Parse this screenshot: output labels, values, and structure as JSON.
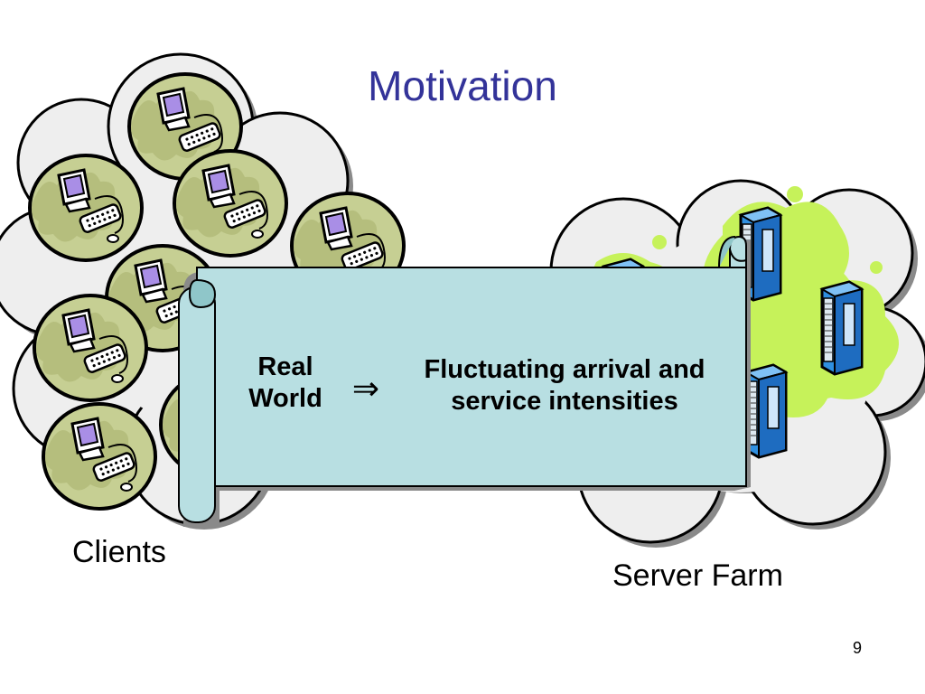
{
  "slide": {
    "title": "Motivation",
    "clients_label": "Clients",
    "server_farm_label": "Server Farm",
    "page_number": "9"
  },
  "scroll": {
    "left_text": "Real World",
    "arrow": "⇒",
    "right_text": "Fluctuating arrival and service intensities"
  },
  "colors": {
    "title": "#333399",
    "scroll_fill": "#b8dfe2",
    "client_blob": "#c6cf93",
    "cloud_fill": "#eeeeee",
    "server_blob": "#c6f25a",
    "server_blue": "#2f8fe0",
    "monitor_screen": "#a98ee6"
  },
  "icons": [
    "cloud-icon",
    "client-computer-icon",
    "server-rack-icon",
    "scroll-banner-icon"
  ]
}
